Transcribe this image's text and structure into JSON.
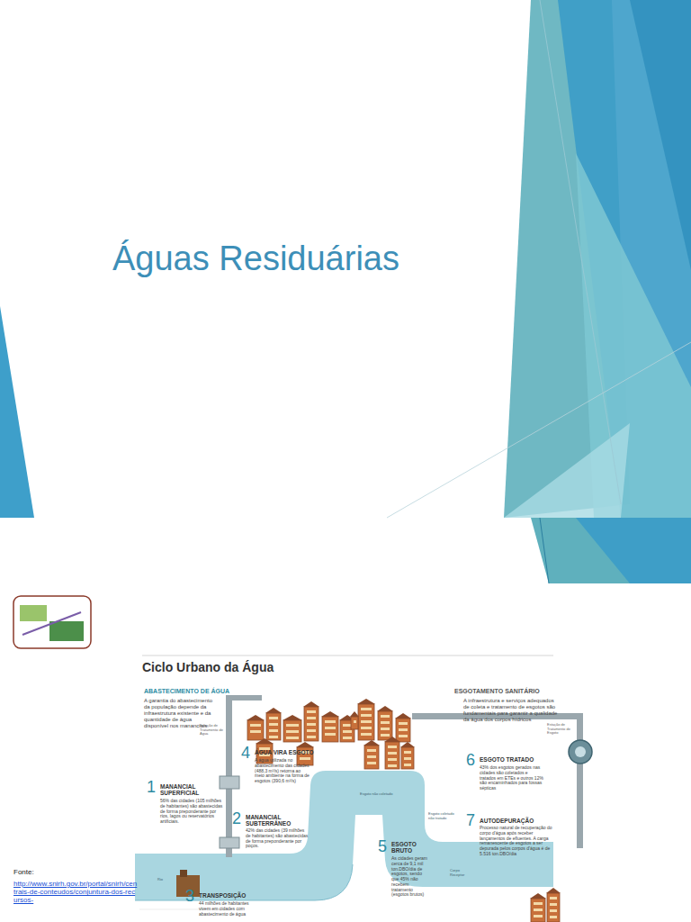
{
  "diagram": {
    "title": "Águas Residuárias",
    "labels": [
      "Ciclo Urbano da Água",
      "ABASTECIMENTO DE ÁGUA",
      "ESGOTAMENTO SANITÁRIO",
      "A garantia do abastecimento da população depende da infraestrutura existente e da quantidade de água disponível nos mananciais",
      "A infraestrutura e serviços adequados de coleta e tratamento de esgotos são fundamentais para garantir a qualidade da água dos corpos hídricos",
      "1",
      "MANANCIAL SUPERFICIAL",
      "56% das cidades (105 milhões de habitantes) são abastecidas de forma preponderante por rios, lagos ou reservatórios artificiais.",
      "2",
      "MANANCIAL SUBTERRÂNEO",
      "42% das cidades (39 milhões de habitantes) são abastecidas de forma preponderante por poços.",
      "3",
      "TRANSPOSIÇÃO",
      "44 milhões de habitantes vivem em cidades com abastecimento de água",
      "4",
      "ÁGUA VIRA ESGOTO",
      "A água utilizada no abastecimento das cidades (488,3 m³/s) retorna ao meio ambiente na forma de esgotos (390,6 m³/s)",
      "5",
      "ESGOTO BRUTO",
      "As cidades geram cerca de 9,1 mil ton.DBO/dia de esgotos, sendo que 45% não recebem tratamento (esgotos brutos)",
      "6",
      "ESGOTO TRATADO",
      "43% dos esgotos gerados nas cidades são coletados e tratados em ETEs e outros 12% são encaminhados para fossas sépticas",
      "7",
      "AUTODEPURAÇÃO",
      "Processo natural de recuperação do corpo d'água após receber lançamentos de efluentes. A carga remanescente de esgotos a ser depurada pelos corpos d'água é de 5.516 ton.DBO/dia",
      "Estação de Tratamento de Água",
      "Estação de Tratamento de Esgoto",
      "Esgoto não coletado",
      "Esgoto coletado não tratado",
      "Corpo Receptor",
      "Rio",
      "Fonte:",
      "http://www.snirh.gov.br/portal/snirh/centrais-de-conteudos/conjuntura-dos-recursos-"
    ]
  }
}
